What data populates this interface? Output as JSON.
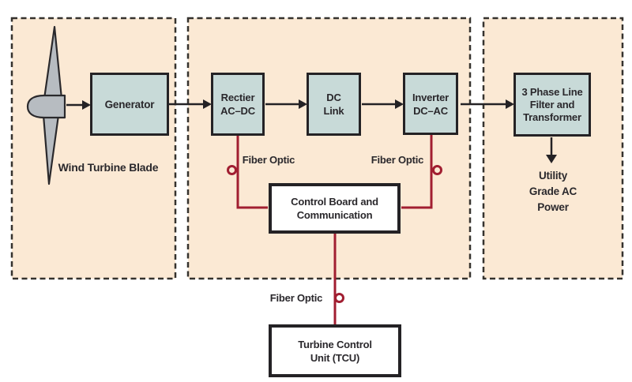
{
  "colors": {
    "panel-bg": "#fbe9d4",
    "node-fill": "#c8dad8",
    "ink": "#2a282c",
    "line-black": "#242225",
    "fiber-red": "#a11e31",
    "node-white": "#ffffff"
  },
  "diagram": {
    "turbine_section": {
      "blade_label": "Wind Turbine Blade",
      "generator": "Generator"
    },
    "converter_section": {
      "rectifier": "Rectier\nAC–DC",
      "dc_link": "DC\nLink",
      "inverter": "Inverter\nDC–AC",
      "fiber_optic_left": "Fiber Optic",
      "fiber_optic_right": "Fiber Optic",
      "control_board": "Control Board and\nCommunication"
    },
    "grid_section": {
      "filter_transformer": "3 Phase Line\nFilter and\nTransformer",
      "utility_output": "Utility\nGrade AC\nPower"
    },
    "tcu_section": {
      "fiber_optic": "Fiber Optic",
      "tcu": "Turbine Control\nUnit (TCU)"
    }
  }
}
